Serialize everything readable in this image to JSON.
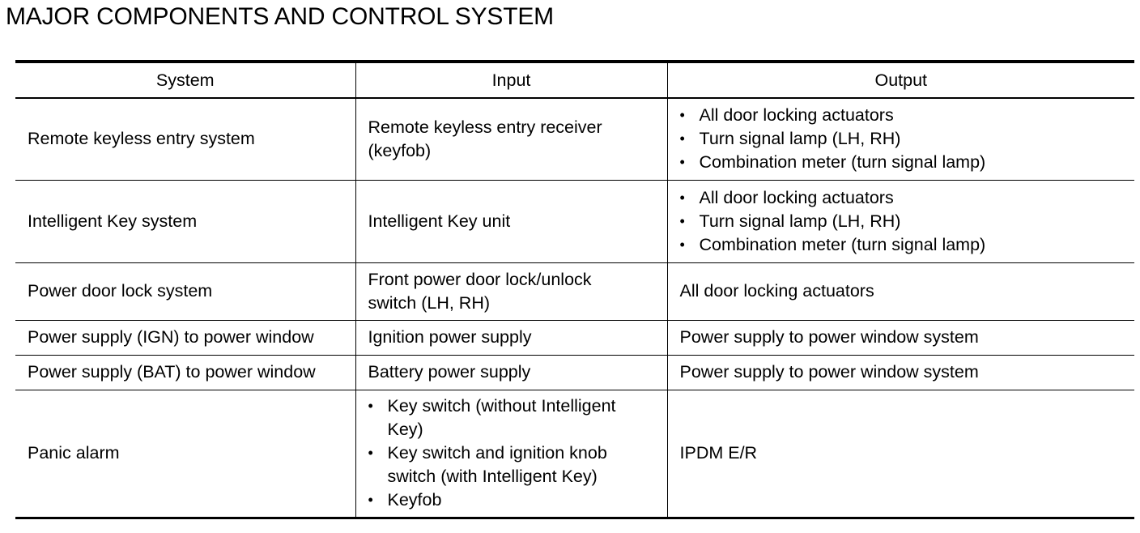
{
  "title": "MAJOR COMPONENTS AND CONTROL SYSTEM",
  "columns": {
    "system": "System",
    "input": "Input",
    "output": "Output"
  },
  "rows": [
    {
      "system": "Remote keyless entry system",
      "input": [
        "Remote keyless entry receiver",
        "(keyfob)"
      ],
      "output": [
        "All door locking actuators",
        "Turn signal lamp (LH, RH)",
        "Combination meter (turn signal lamp)"
      ]
    },
    {
      "system": "Intelligent Key system",
      "input": [
        "Intelligent Key unit"
      ],
      "output": [
        "All door locking actuators",
        "Turn signal lamp (LH, RH)",
        "Combination meter (turn signal lamp)"
      ]
    },
    {
      "system": "Power door lock system",
      "input": [
        "Front power door lock/unlock",
        "switch (LH, RH)"
      ],
      "output": "All door locking actuators"
    },
    {
      "system": "Power supply (IGN) to power window",
      "input": [
        "Ignition power supply"
      ],
      "output": "Power supply to power window system"
    },
    {
      "system": "Power supply (BAT) to power window",
      "input": [
        "Battery power supply"
      ],
      "output": "Power supply to power window system"
    },
    {
      "system": "Panic alarm",
      "input": [
        [
          "Key switch (without Intelligent",
          "Key)"
        ],
        [
          "Key switch and ignition knob",
          "switch (with Intelligent Key)"
        ],
        [
          "Keyfob"
        ]
      ],
      "output": "IPDM E/R"
    }
  ]
}
